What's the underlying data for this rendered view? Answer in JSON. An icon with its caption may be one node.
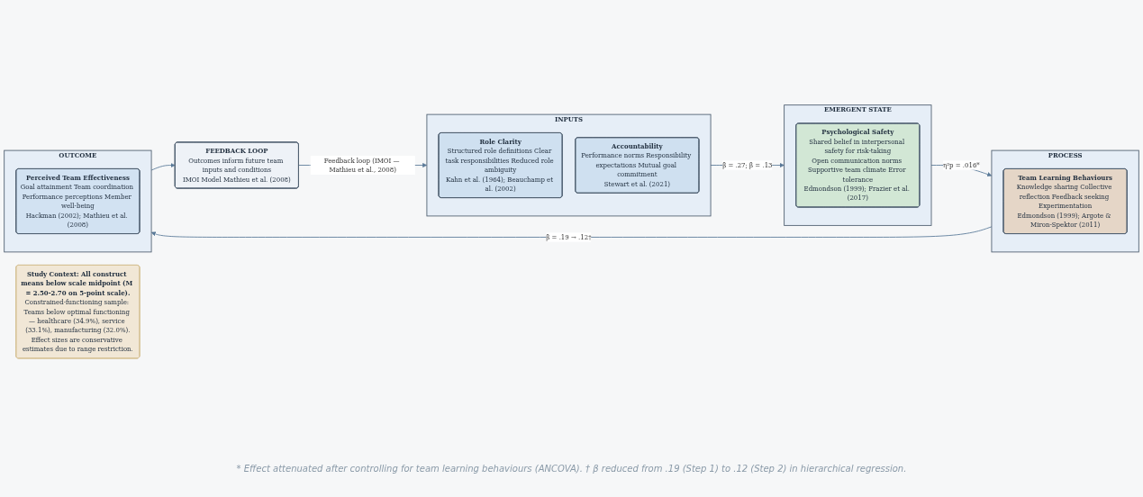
{
  "diagram": {
    "caption": "* Effect attenuated after controlling for team learning behaviours (ANCOVA).   † β reduced from .19 (Step 1) to .12 (Step 2) in hierarchical regression.",
    "nodes": [
      {
        "text": [
          "INPUTS"
        ]
      },
      {
        "text": [
          "Role Clarity",
          "Structured role definitions Clear task responsibilities Reduced role ambiguity",
          "Kahn et al. (1964); Beauchamp et al. (2002)"
        ],
        "in": 0
      },
      {
        "text": [
          "Accountability",
          "Performance norms Responsibility expectations Mutual goal commitment",
          "Stewart et al. (2021)"
        ],
        "in": 0
      },
      {
        "text": [
          "EMERGENT STATE"
        ]
      },
      {
        "text": [
          "Psychological Safety",
          "Shared belief in interpersonal safety for risk-taking",
          "Open communication norms Supportive team climate Error tolerance",
          "Edmondson (1999); Frazier et al. (2017)"
        ],
        "in": 3
      },
      {
        "text": [
          "PROCESS"
        ]
      },
      {
        "text": [
          "Team Learning Behaviours",
          "Knowledge sharing Collective reflection Feedback seeking Experimentation",
          "Edmondson (1999); Argote & Miron-Spektor (2011)"
        ],
        "in": 5
      },
      {
        "text": [
          "OUTCOME"
        ]
      },
      {
        "text": [
          "Perceived Team Effectiveness",
          "Goal attainment Team coordination Performance perceptions Member well-being",
          "Hackman (2002); Mathieu et al. (2008)"
        ],
        "in": 7
      },
      {
        "text": [
          "FEEDBACK LOOP",
          "Outcomes inform future team inputs and conditions",
          "IMOI Model Mathieu et al. (2008)"
        ]
      },
      {
        "text": [
          "Study Context: All construct means below scale midpoint (M = 2.50-2.70 on 5-point scale).",
          "Constrained-functioning sample: Teams below optimal functioning — healthcare (34.9%), service (33.1%), manufacturing (32.0%).",
          "Effect sizes are conservative estimates due to range restriction."
        ]
      }
    ],
    "edges": [
      {
        "from": 0,
        "to": 3,
        "arrow": "to",
        "label": "β = .27; β = .13"
      },
      {
        "from": 3,
        "to": 5,
        "arrow": "to",
        "label": "η²p = .016*"
      },
      {
        "from": 5,
        "to": 7,
        "arrow": "to",
        "label": "β = .19 → .12†"
      },
      {
        "from": 7,
        "to": 9,
        "arrow": "to"
      },
      {
        "from": 9,
        "to": 0,
        "arrow": "to",
        "label": "Feedback loop (IMOI — Mathieu et al., 2008)"
      }
    ]
  }
}
